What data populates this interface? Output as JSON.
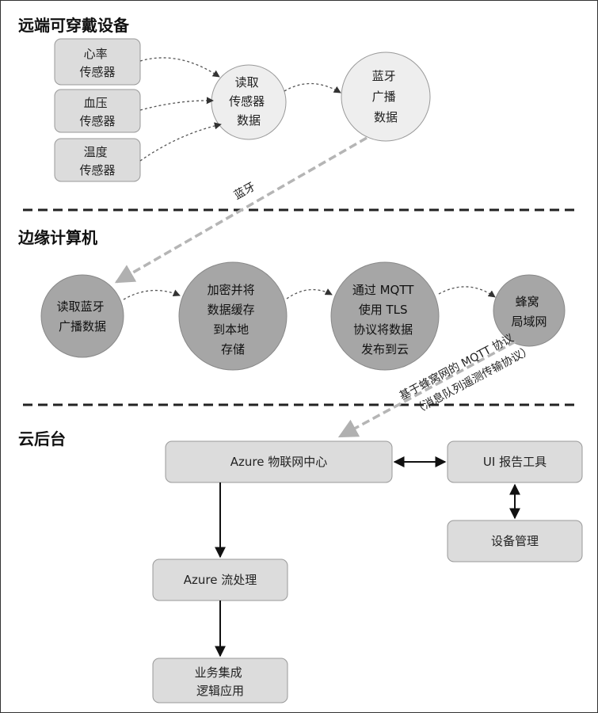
{
  "sections": {
    "wearable": "远端可穿戴设备",
    "edge": "边缘计算机",
    "cloud": "云后台"
  },
  "wearable": {
    "heart_sensor": [
      "心率",
      "传感器"
    ],
    "bp_sensor": [
      "血压",
      "传感器"
    ],
    "temp_sensor": [
      "温度",
      "传感器"
    ],
    "read_sensor": [
      "读取",
      "传感器",
      "数据"
    ],
    "ble_broadcast": [
      "蓝牙",
      "广播",
      "数据"
    ]
  },
  "links": {
    "bluetooth": "蓝牙",
    "cellular_line1": "基于蜂窝网的 MQTT 协议",
    "cellular_line2": "（消息队列遥测传输协议）"
  },
  "edge": {
    "read_ble": [
      "读取蓝牙",
      "广播数据"
    ],
    "encrypt": [
      "加密并将",
      "数据缓存",
      "到本地",
      "存储"
    ],
    "mqtt_publish": [
      "通过 MQTT",
      "使用 TLS",
      "协议将数据",
      "发布到云"
    ],
    "cellular_lan": [
      "蜂窝",
      "局域网"
    ]
  },
  "cloud": {
    "iot_hub": [
      "Azure 物联网中心"
    ],
    "ui_report": [
      "UI 报告工具"
    ],
    "device_mgmt": [
      "设备管理"
    ],
    "stream": [
      "Azure 流处理"
    ],
    "business": [
      "业务集成",
      "逻辑应用"
    ]
  },
  "colors": {
    "box_fill": "#dcdcdc",
    "light_circle": "#eeeeee",
    "dark_circle": "#a6a6a6",
    "divider": "#222222",
    "long_arrow": "#b5b5b5"
  }
}
